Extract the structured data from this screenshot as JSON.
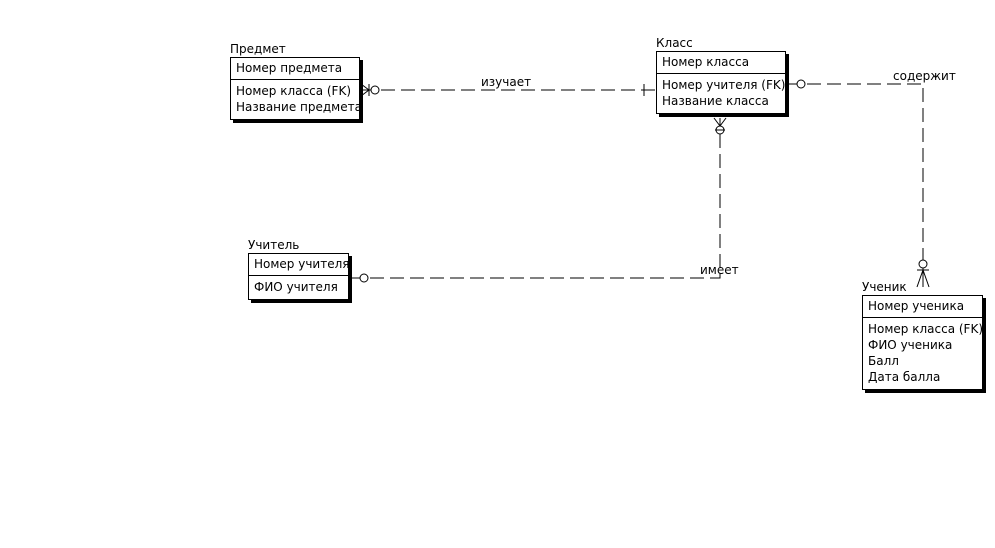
{
  "entities": {
    "predmet": {
      "name": "Предмет",
      "pk": [
        "Номер предмета"
      ],
      "attributes": [
        "Номер класса (FK)",
        "Название предмета"
      ]
    },
    "klass": {
      "name": "Класс",
      "pk": [
        "Номер класса"
      ],
      "attributes": [
        "Номер учителя (FK)",
        "Название класса"
      ]
    },
    "uchitel": {
      "name": "Учитель",
      "pk": [
        "Номер учителя"
      ],
      "attributes": [
        "ФИО учителя"
      ]
    },
    "uchenik": {
      "name": "Ученик",
      "pk": [
        "Номер ученика"
      ],
      "attributes": [
        "Номер класса (FK)",
        "ФИО ученика",
        "Балл",
        "Дата балла"
      ]
    }
  },
  "relationships": {
    "izuchaet": "изучает",
    "soderzhit": "содержит",
    "imeet": "имеет"
  }
}
